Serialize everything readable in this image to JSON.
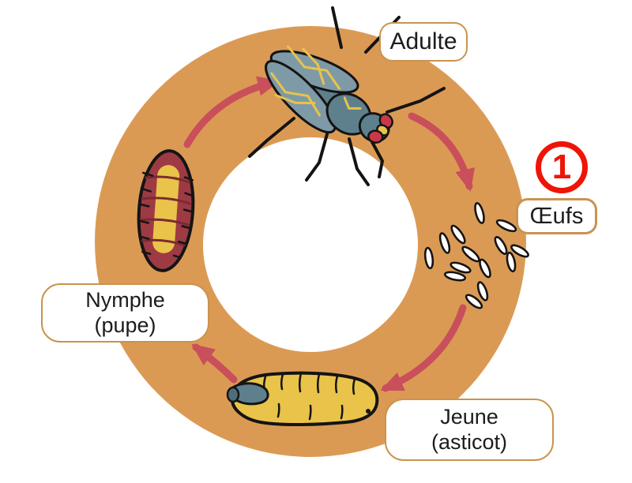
{
  "diagram": {
    "subject": "fly-life-cycle",
    "stages": {
      "adulte": {
        "label": "Adulte"
      },
      "oeufs": {
        "label": "Œufs",
        "step_number": "1"
      },
      "jeune": {
        "label_line1": "Jeune",
        "label_line2": "(asticot)"
      },
      "nymphe": {
        "label_line1": "Nymphe",
        "label_line2": "(pupe)"
      }
    }
  },
  "colors": {
    "ring": "#DB9A54",
    "arrow": "#C94F5B",
    "marker_red": "#EE1507",
    "label_border": "#C9934F",
    "text": "#1C1C1C",
    "fly_body": "#5E808C",
    "fly_body_dark": "#4D6E7A",
    "fly_wing": "#7E9AA6",
    "fly_eye": "#C93848",
    "accent_yellow": "#E9C34A",
    "pupa_maroon": "#9E3A44",
    "pupa_band": "#7A2A33",
    "outline": "#141414",
    "egg": "#FFFFFF"
  }
}
